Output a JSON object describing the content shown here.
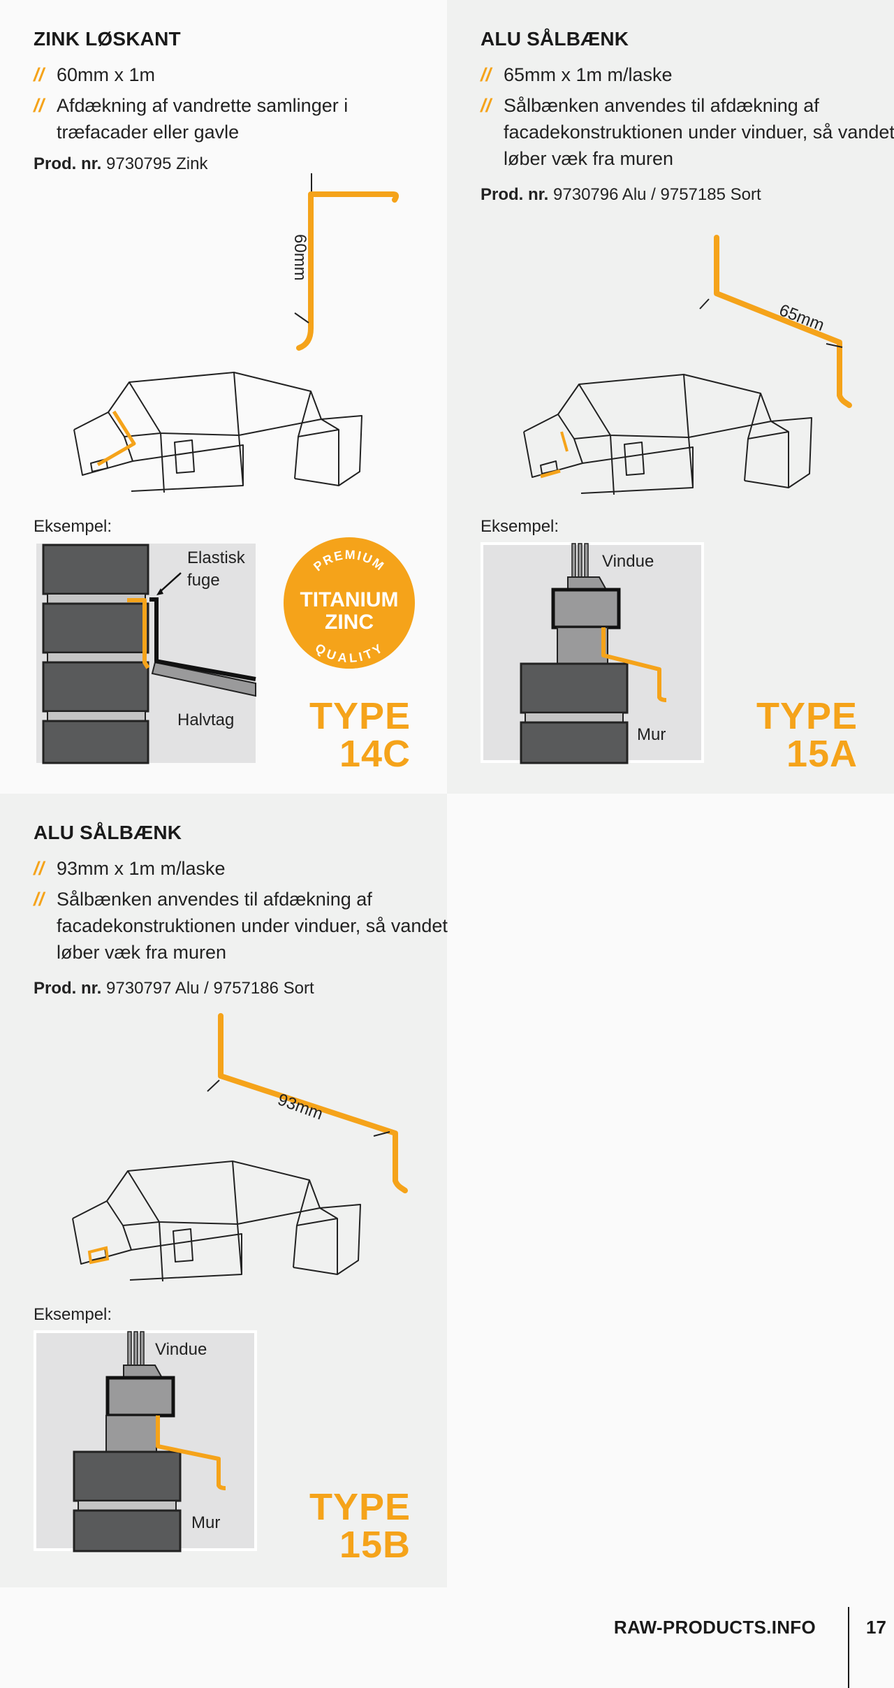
{
  "products": [
    {
      "title": "ZINK LØSKANT",
      "bullets": [
        "60mm x 1m",
        "Afdækning af vandrette samlinger i træfacader eller gavle"
      ],
      "prod_label": "Prod. nr.",
      "prod_value": "9730795 Zink",
      "dimension": "60mm",
      "example_label": "Eksempel:",
      "example_labels": [
        "Elastisk",
        "fuge",
        "Halvtag"
      ],
      "badge": [
        "PREMIUM",
        "TITANIUM",
        "ZINC",
        "QUALITY"
      ],
      "type_line1": "TYPE",
      "type_line2": "14C"
    },
    {
      "title": "ALU SÅLBÆNK",
      "bullets": [
        "65mm x 1m m/laske",
        "Sålbænken anvendes til afdækning af facadekonstruktionen under vinduer, så vandet løber væk fra muren"
      ],
      "prod_label": "Prod. nr.",
      "prod_value": "9730796 Alu / 9757185 Sort",
      "dimension": "65mm",
      "example_label": "Eksempel:",
      "example_labels": [
        "Vindue",
        "Mur"
      ],
      "type_line1": "TYPE",
      "type_line2": "15A"
    },
    {
      "title": "ALU SÅLBÆNK",
      "bullets": [
        "93mm x 1m m/laske",
        "Sålbænken anvendes til afdækning af facadekonstruktionen under vinduer, så vandet løber væk fra muren"
      ],
      "prod_label": "Prod. nr.",
      "prod_value": "9730797 Alu / 9757186 Sort",
      "dimension": "93mm",
      "example_label": "Eksempel:",
      "example_labels": [
        "Vindue",
        "Mur"
      ],
      "type_line1": "TYPE",
      "type_line2": "15B"
    }
  ],
  "footer": {
    "site": "RAW-PRODUCTS.INFO",
    "page": "17"
  },
  "colors": {
    "accent": "#f5a31a",
    "panel_gray": "#f0f1f0",
    "dark": "#5a5a5a"
  }
}
